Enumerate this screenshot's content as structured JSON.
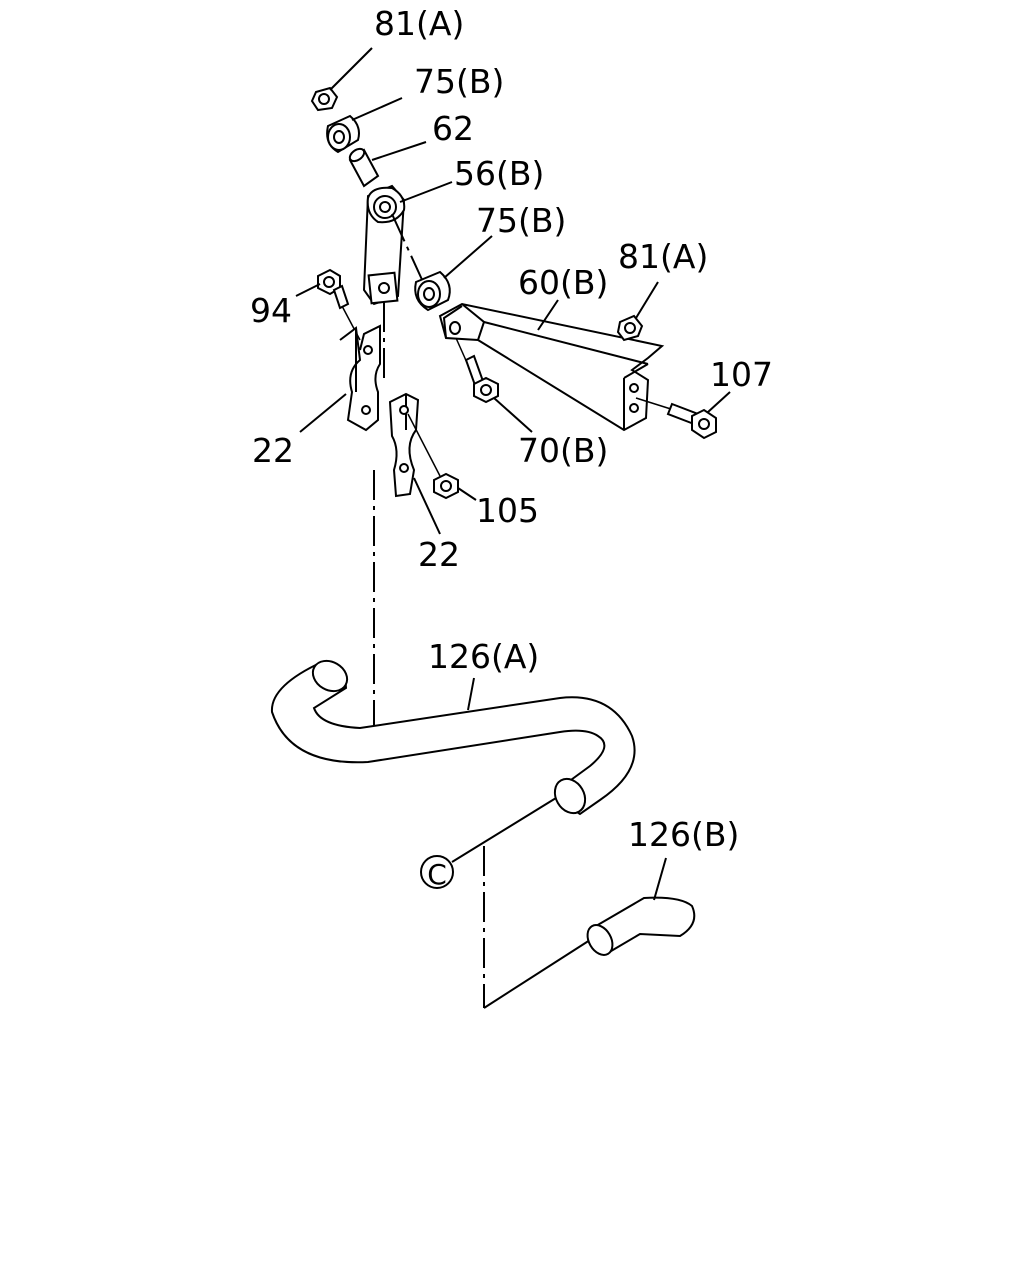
{
  "diagram": {
    "labels": {
      "l81a_top": "81(A)",
      "l75b_top": "75(B)",
      "l62": "62",
      "l56b": "56(B)",
      "l75b_mid": "75(B)",
      "l81a_right": "81(A)",
      "l60b": "60(B)",
      "l94": "94",
      "l107": "107",
      "l22_left": "22",
      "l70b": "70(B)",
      "l105": "105",
      "l22_bottom": "22",
      "l126a": "126(A)",
      "l126b": "126(B)",
      "lc": "C"
    }
  }
}
